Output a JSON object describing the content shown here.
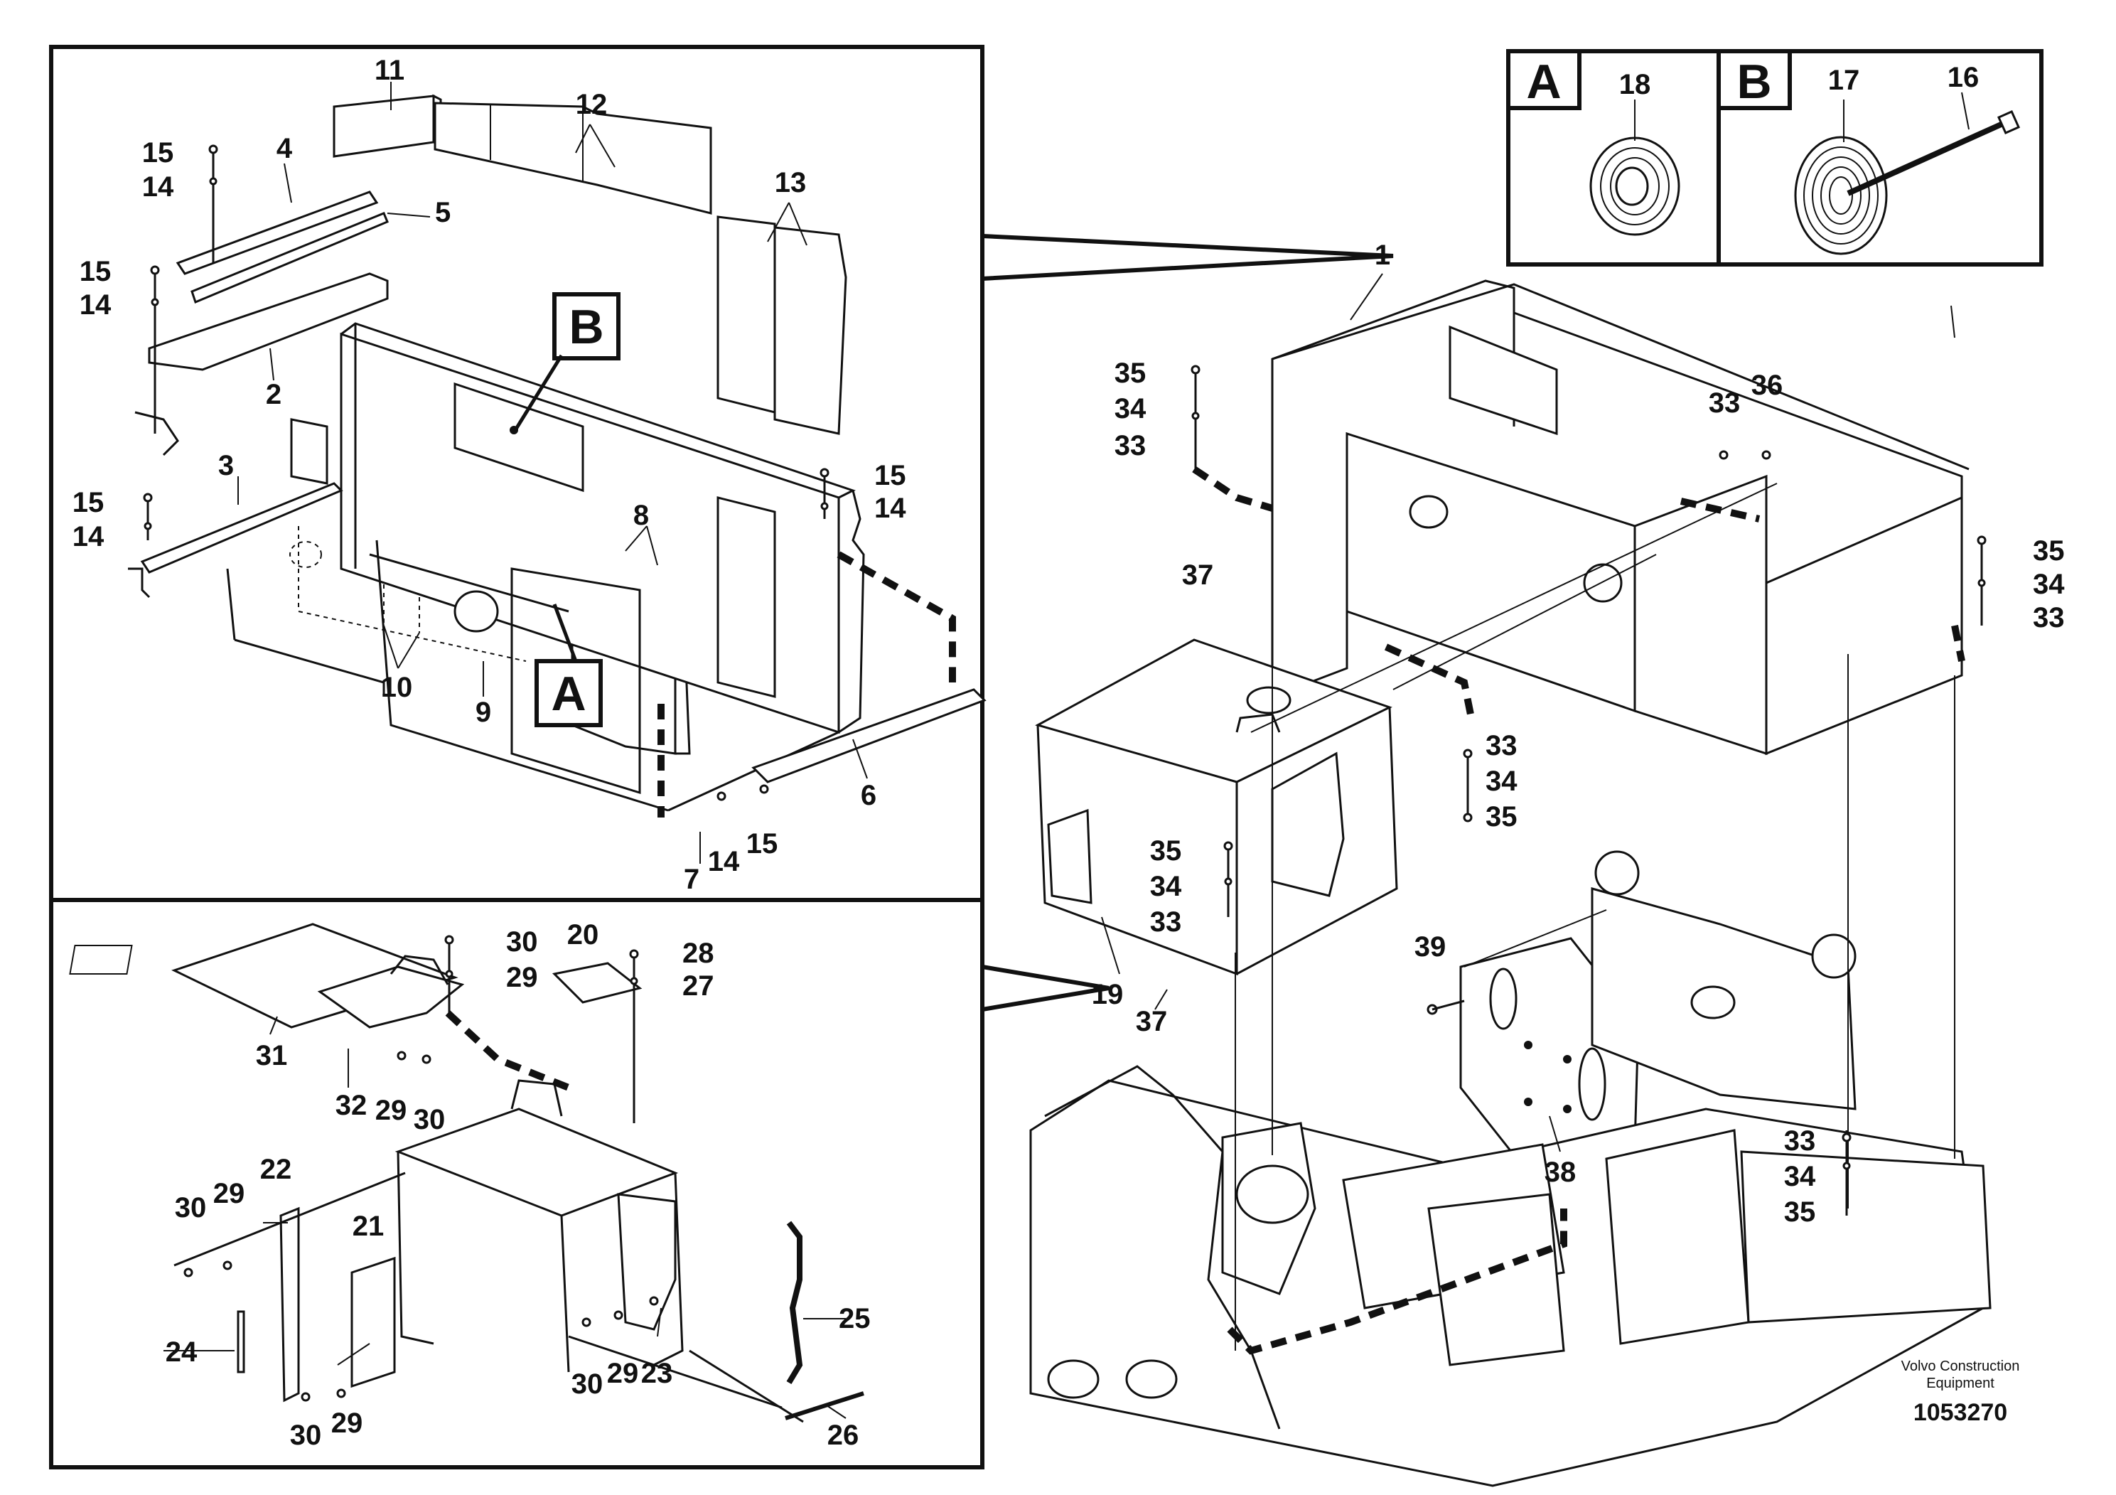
{
  "labels": {
    "p1": "1",
    "p2": "2",
    "p3": "3",
    "p4": "4",
    "p5": "5",
    "p6": "6",
    "p7": "7",
    "p8": "8",
    "p9": "9",
    "p10": "10",
    "p11": "11",
    "p12": "12",
    "p13": "13",
    "p14": "14",
    "p15": "15",
    "p16": "16",
    "p17": "17",
    "p18": "18",
    "p19": "19",
    "p20": "20",
    "p21": "21",
    "p22": "22",
    "p23": "23",
    "p24": "24",
    "p25": "25",
    "p26": "26",
    "p27": "27",
    "p28": "28",
    "p29": "29",
    "p30": "30",
    "p31": "31",
    "p32": "32",
    "p33": "33",
    "p34": "34",
    "p35": "35",
    "p36": "36",
    "p37": "37",
    "p38": "38",
    "p39": "39"
  },
  "callouts": {
    "a": "A",
    "b": "B"
  },
  "footer": {
    "brand_line1": "Volvo Construction",
    "brand_line2": "Equipment",
    "drawing_number": "1053270"
  }
}
